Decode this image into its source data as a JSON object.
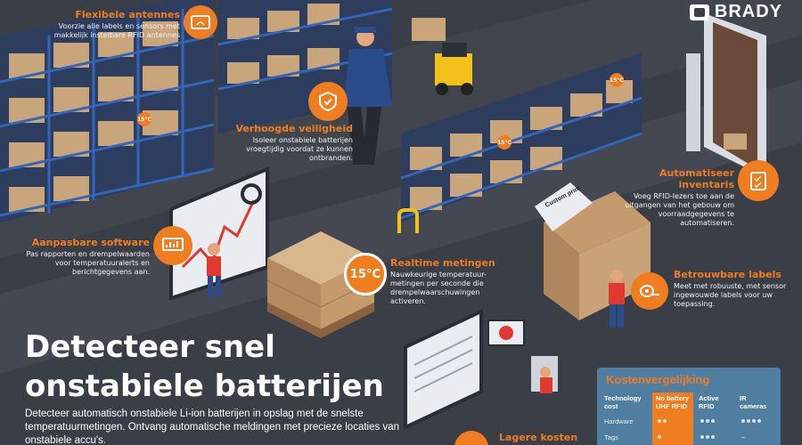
{
  "logo": {
    "text": "BRADY",
    "icon": "brady-logo-icon"
  },
  "headline": {
    "line1": "Detecteer snel",
    "line2": "onstabiele batterijen"
  },
  "subtext": "Detecteer automatisch onstabiele Li-ion batterijen in opslag met de snelste temperatuurmetingen. Ontvang automatische meldingen met precieze locaties van onstabiele accu's.",
  "callouts": {
    "antennas": {
      "title": "Flexibele antennes",
      "text": "Voorzie alle labels en sensors met makkelijk instelbare RFID antennes",
      "icon": "rfid-antenna-icon"
    },
    "safety": {
      "title": "Verhoogde veiligheid",
      "text": "Isoleer onstabiele batterijen vroegtijdig voordat ze kunnen ontbranden.",
      "icon": "shield-check-icon"
    },
    "inventory": {
      "title": "Automatiseer inventaris",
      "text": "Voeg RFID-lezers toe aan de uitgangen van het gebouw om voorraadgegevens te automatiseren.",
      "icon": "clipboard-check-icon"
    },
    "software": {
      "title": "Aanpasbare software",
      "text": "Pas rapporten en drempelwaarden voor temperatuuralerts en berichtgegevens aan.",
      "icon": "monitor-chart-icon"
    },
    "realtime": {
      "title": "Realtime metingen",
      "text": "Nauwkeurige temperatuur-metingen per seconde die drempelwaarschuwingen activeren.",
      "icon": "thermometer-icon"
    },
    "labels": {
      "title": "Betrouwbare labels",
      "text": "Meet met robuuste, met sensor ingewouwde labels voor uw toepassing.",
      "icon": "label-roll-icon"
    },
    "costs": {
      "title": "Lagere kosten",
      "icon": "coins-icon"
    }
  },
  "temp_badge": "15°C",
  "small_temp": "15°C",
  "box_label": "Custom print",
  "cost_table": {
    "title": "Kostenvergelijking",
    "header_label": "Technology cost",
    "columns": [
      "No battery UHF RFID",
      "Active RFID",
      "IR cameras"
    ],
    "rows": [
      "Hardware",
      "Tags"
    ],
    "dash": "–"
  },
  "colors": {
    "accent": "#f07d1f",
    "background": "#3a3e46",
    "card": "#4f7ea0"
  }
}
